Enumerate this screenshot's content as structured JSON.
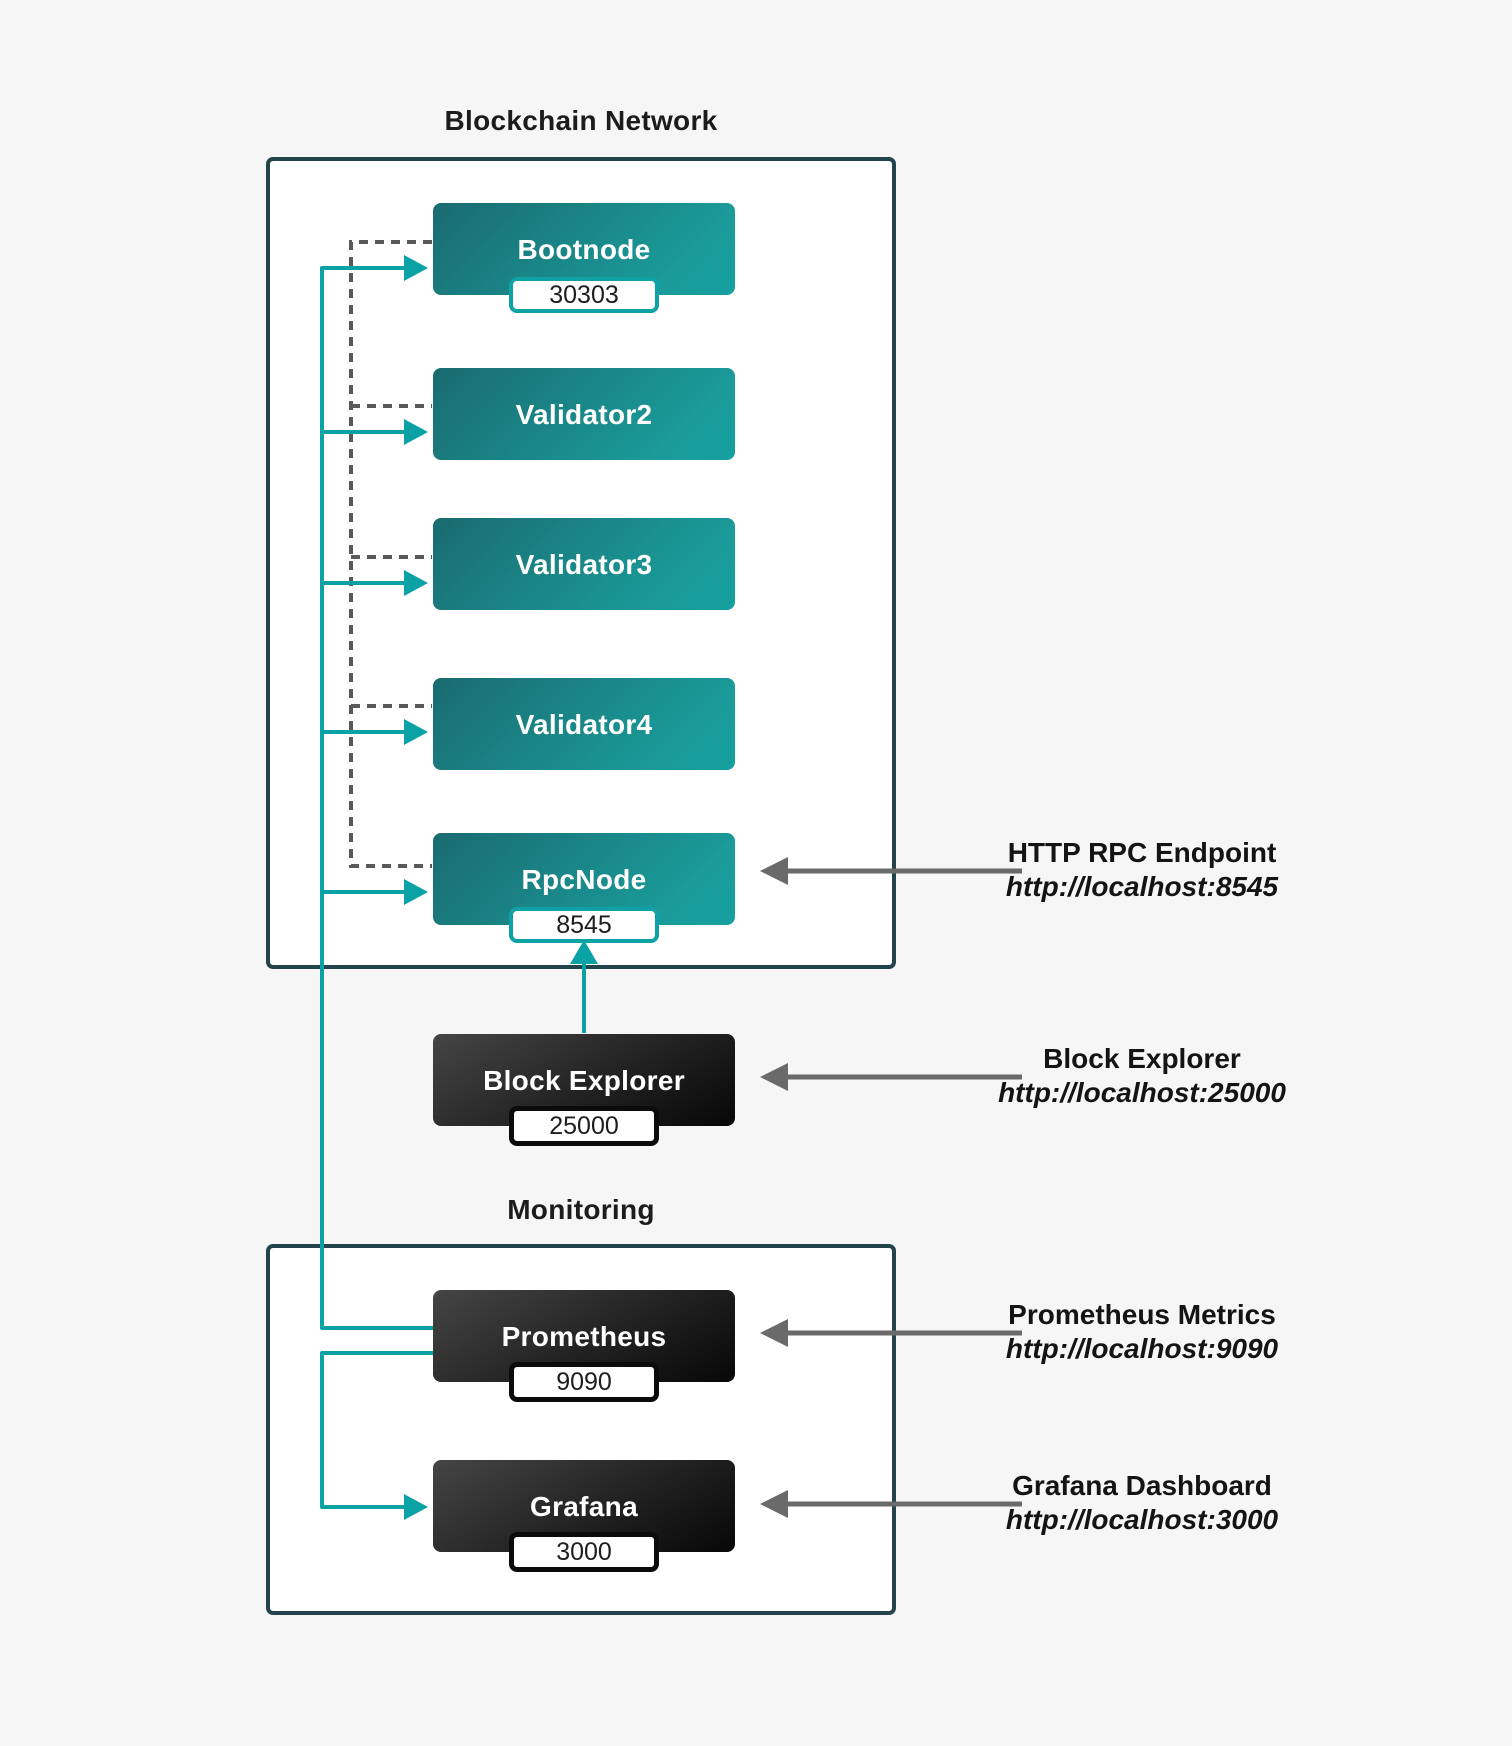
{
  "groups": {
    "network": {
      "title": "Blockchain Network"
    },
    "monitoring": {
      "title": "Monitoring"
    }
  },
  "nodes": {
    "bootnode": {
      "label": "Bootnode",
      "port": "30303"
    },
    "validator2": {
      "label": "Validator2"
    },
    "validator3": {
      "label": "Validator3"
    },
    "validator4": {
      "label": "Validator4"
    },
    "rpcnode": {
      "label": "RpcNode",
      "port": "8545"
    },
    "block_explorer": {
      "label": "Block Explorer",
      "port": "25000"
    },
    "prometheus": {
      "label": "Prometheus",
      "port": "9090"
    },
    "grafana": {
      "label": "Grafana",
      "port": "3000"
    }
  },
  "annotations": {
    "rpc": {
      "title": "HTTP RPC Endpoint",
      "url": "http://localhost:8545"
    },
    "explorer": {
      "title": "Block Explorer",
      "url": "http://localhost:25000"
    },
    "prometheus": {
      "title": "Prometheus Metrics",
      "url": "http://localhost:9090"
    },
    "grafana": {
      "title": "Grafana Dashboard",
      "url": "http://localhost:3000"
    }
  },
  "colors": {
    "background": "#f6f6f6",
    "container_border": "#24444d",
    "teal_line": "#0ba2a6",
    "node_gradient_start": "#1a6b70",
    "node_gradient_end": "#16a0a0",
    "dark_gradient_start": "#454545",
    "dark_gradient_end": "#070707",
    "dashed_line": "#595959",
    "gray_arrow": "#6a6a6a"
  }
}
